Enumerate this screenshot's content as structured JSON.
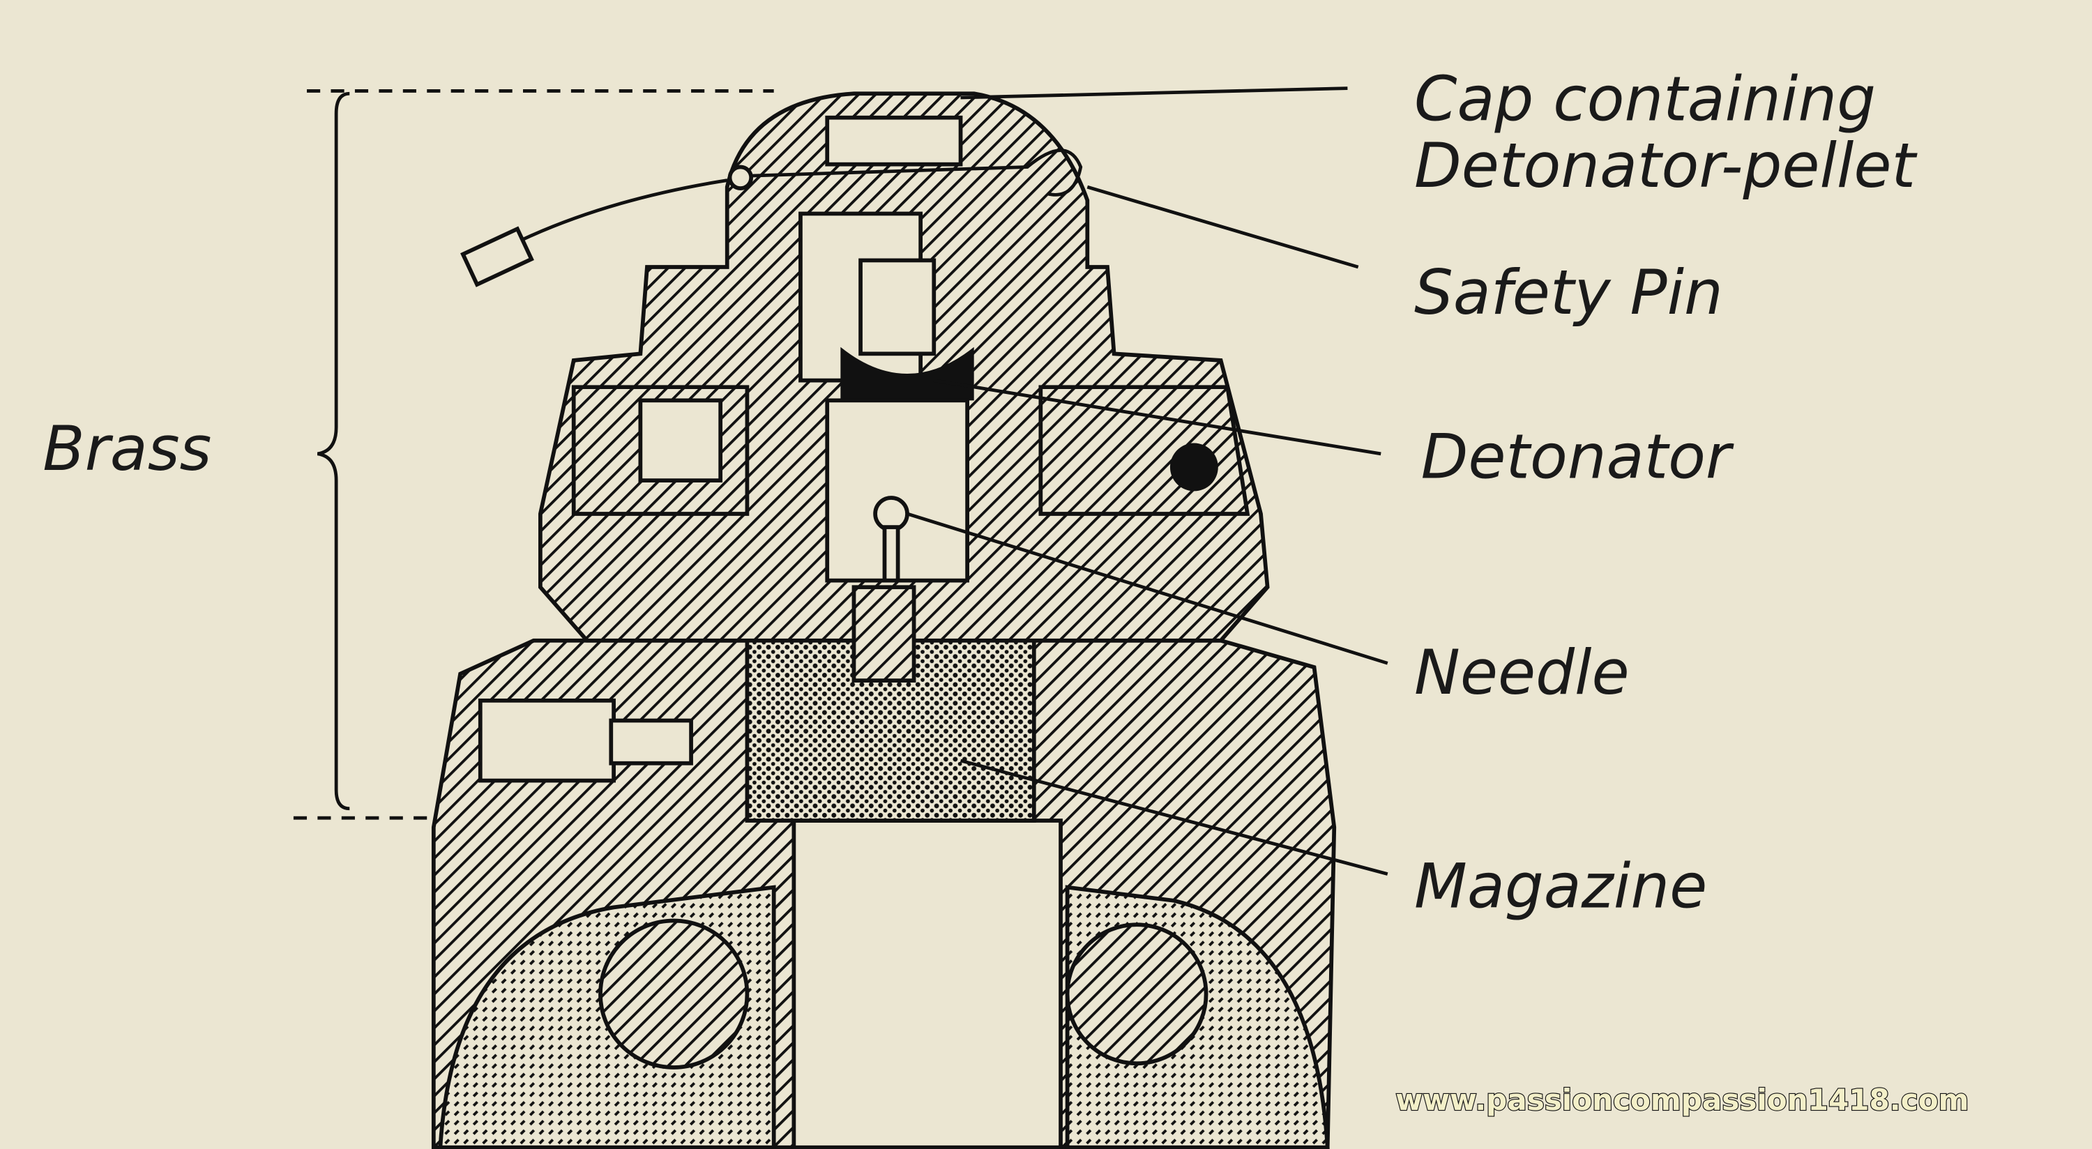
{
  "labels": {
    "cap_line1": "Cap containing",
    "cap_line2": "Detonator-pellet",
    "safety_pin": "Safety Pin",
    "detonator": "Detonator",
    "needle": "Needle",
    "magazine": "Magazine",
    "brass": "Brass"
  },
  "watermark": "www.passioncompassion1418.com",
  "colors": {
    "background": "#ebe6d2",
    "ink": "#111111"
  }
}
